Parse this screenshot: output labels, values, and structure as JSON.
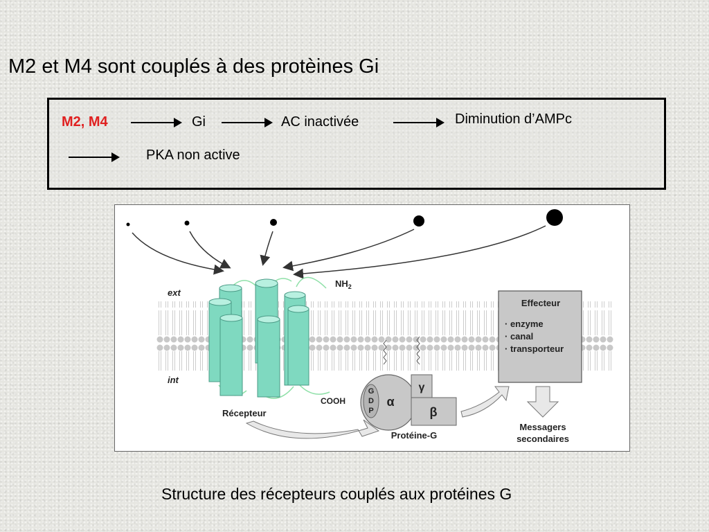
{
  "slide": {
    "title": "M2 et M4 sont couplés à des protèines Gi"
  },
  "flow": {
    "steps": [
      "M2, M4",
      "Gi",
      "AC inactivée",
      "Diminution d’AMPc",
      "PKA non active"
    ],
    "highlight_color": "#e02020"
  },
  "diagram": {
    "ext": "ext",
    "int": "int",
    "nh2": "NH",
    "nh2_sub": "2",
    "cooh": "COOH",
    "receptor": "Récepteur",
    "g_protein": "Protéine-G",
    "gdp_g": "G",
    "gdp_d": "D",
    "gdp_p": "P",
    "alpha": "α",
    "gamma": "γ",
    "beta": "β",
    "effector_title": "Effecteur",
    "effector_items": [
      "· enzyme",
      "· canal",
      "· transporteur"
    ],
    "messengers_line1": "Messagers",
    "messengers_line2": "secondaires",
    "colors": {
      "helix": "#7fd9c0",
      "helix_top": "#b8f0e0",
      "loop": "#8fe0a8",
      "membrane": "#cccccc",
      "gprotein": "#c8c8c8",
      "effector": "#c8c8c8"
    }
  },
  "caption": "Structure des récepteurs couplés aux protéines G"
}
